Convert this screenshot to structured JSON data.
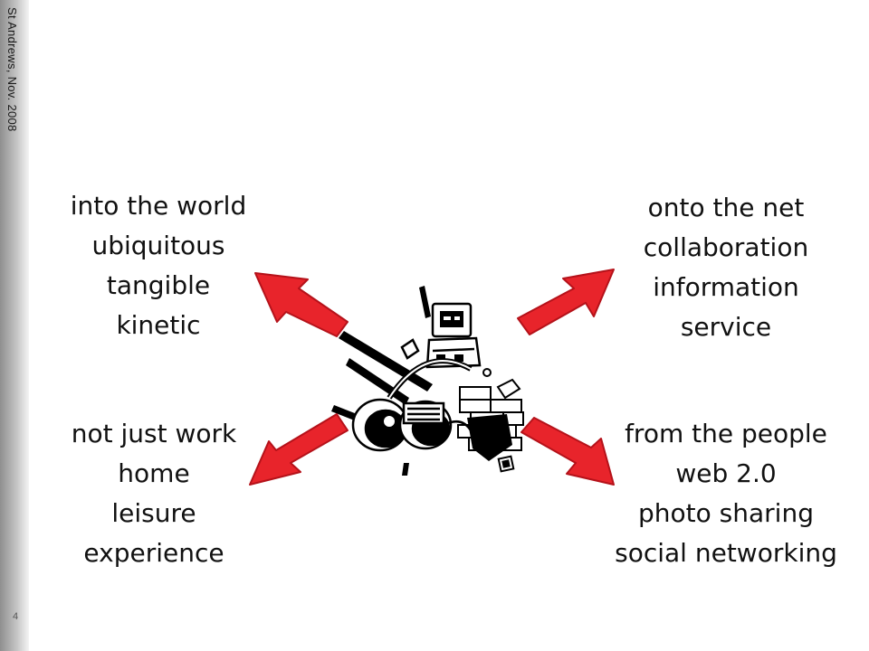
{
  "sidebar": {
    "vertical_label": "St Andrews, Nov. 2008",
    "slide_number": "4"
  },
  "blocks": {
    "top_left": [
      "into the world",
      "ubiquitous",
      "tangible",
      "kinetic"
    ],
    "bottom_left": [
      "not just work",
      "home",
      "leisure",
      "experience"
    ],
    "top_right": [
      "onto the net",
      "collaboration",
      "information",
      "service"
    ],
    "bottom_right": [
      "from the people",
      "web 2.0",
      "photo sharing",
      "social networking"
    ]
  },
  "colors": {
    "arrow_fill": "#e8242b",
    "arrow_stroke": "#b5121a",
    "illustration_ink": "#000000"
  }
}
